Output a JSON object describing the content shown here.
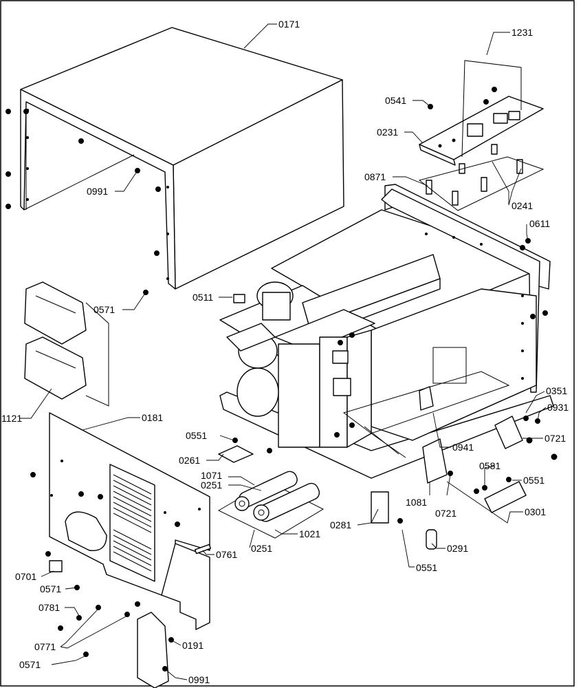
{
  "labels": {
    "p0171": "0171",
    "p1231": "1231",
    "p0541": "0541",
    "p0231": "0231",
    "p0871": "0871",
    "p0241": "0241",
    "p0611": "0611",
    "p0991a": "0991",
    "p0571a": "0571",
    "p0511": "0511",
    "p1121": "1121",
    "p0181": "0181",
    "p0551a": "0551",
    "p0261": "0261",
    "p1071": "1071",
    "p0251a": "0251",
    "p0941": "0941",
    "p0351": "0351",
    "p0931": "0931",
    "p0721a": "0721",
    "p0581": "0581",
    "p0551b": "0551",
    "p1081": "1081",
    "p0721b": "0721",
    "p0301": "0301",
    "p0281": "0281",
    "p1021": "1021",
    "p0251b": "0251",
    "p0291": "0291",
    "p0551c": "0551",
    "p0761": "0761",
    "p0701": "0701",
    "p0571b": "0571",
    "p0781": "0781",
    "p0771": "0771",
    "p0191": "0191",
    "p0571c": "0571",
    "p0991b": "0991"
  }
}
